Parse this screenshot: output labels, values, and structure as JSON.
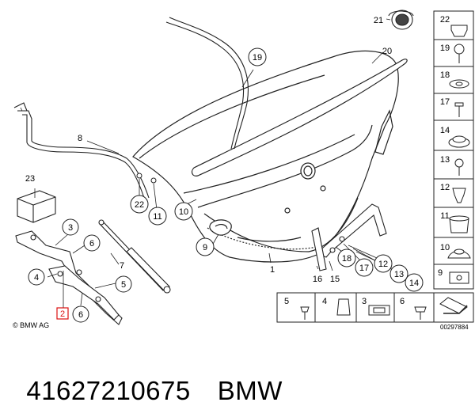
{
  "diagram": {
    "copyright": "© BMW AG",
    "drawing_number": "00297884",
    "highlighted_callout": "2",
    "callouts": {
      "c1": "1",
      "c3": "3",
      "c4": "4",
      "c5": "5",
      "c6a": "6",
      "c6b": "6",
      "c7": "7",
      "c8": "8",
      "c9": "9",
      "c10": "10",
      "c11": "11",
      "c12": "12",
      "c13": "13",
      "c14": "14",
      "c15": "15",
      "c16": "16",
      "c17": "17",
      "c18": "18",
      "c19": "19",
      "c20": "20",
      "c21": "21",
      "c22": "22",
      "c23": "23"
    },
    "side_column": [
      "22",
      "19",
      "18",
      "17",
      "14",
      "13",
      "12",
      "11",
      "10",
      "9"
    ],
    "bottom_row": [
      "5",
      "4",
      "3",
      "6"
    ]
  },
  "caption": {
    "part_number": "41627210675",
    "brand": "BMW"
  }
}
